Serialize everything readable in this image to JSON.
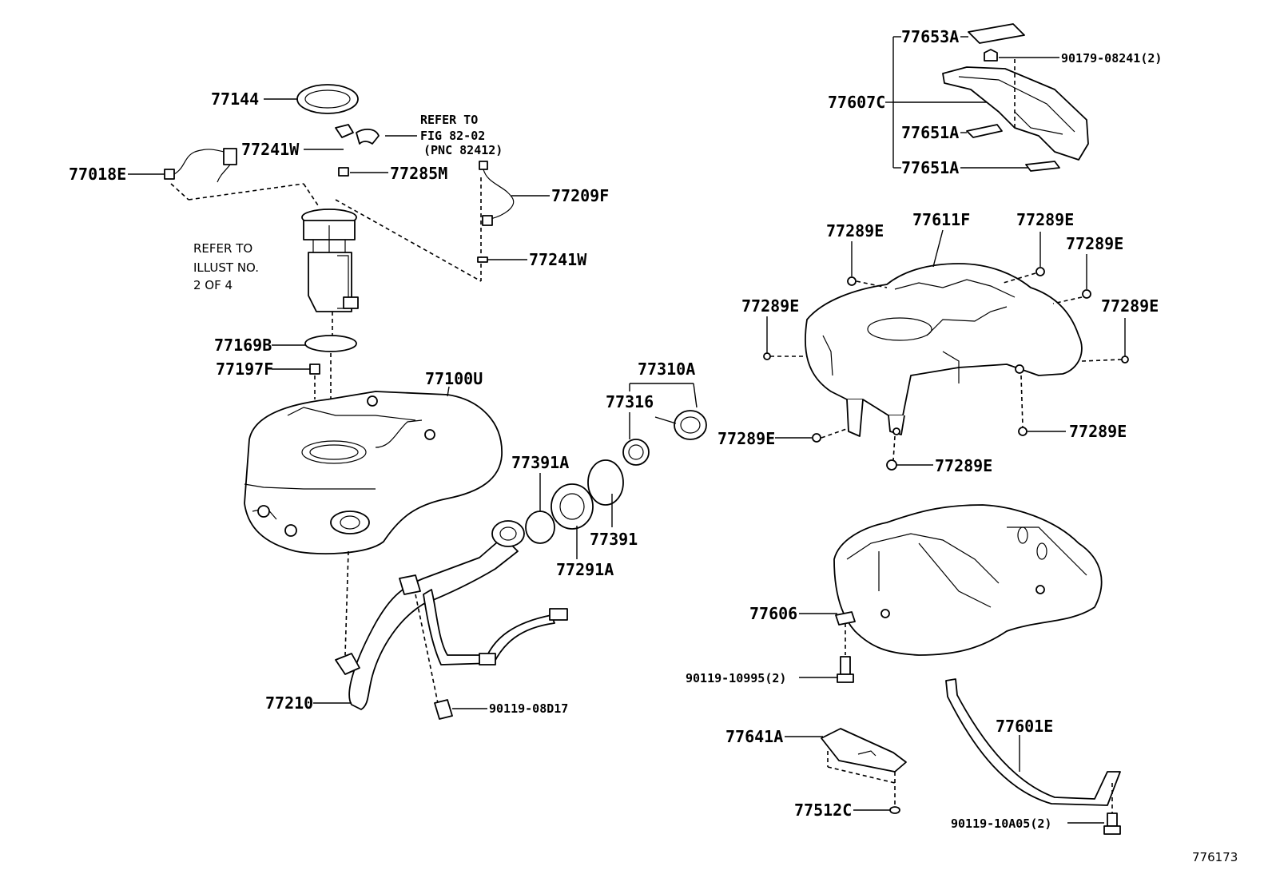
{
  "labels": {
    "p77653A": "77653A",
    "p90179_08241": "90179-08241(2)",
    "p77607C": "77607C",
    "p77651A_1": "77651A",
    "p77651A_2": "77651A",
    "p77144": "77144",
    "p77241W_1": "77241W",
    "p77018E": "77018E",
    "p77285M": "77285M",
    "p77209F": "77209F",
    "p77241W_2": "77241W",
    "p77289E_1": "77289E",
    "p77611F": "77611F",
    "p77289E_2": "77289E",
    "p77289E_3": "77289E",
    "p77289E_4": "77289E",
    "p77289E_5": "77289E",
    "p77289E_6": "77289E",
    "p77289E_7": "77289E",
    "p77289E_8": "77289E",
    "p77169B": "77169B",
    "p77197F": "77197F",
    "p77100U": "77100U",
    "p77310A": "77310A",
    "p77316": "77316",
    "p77391A": "77391A",
    "p77391": "77391",
    "p77291A": "77291A",
    "p77606": "77606",
    "p90119_10995": "90119-10995(2)",
    "p77210": "77210",
    "p90119_08D17": "90119-08D17",
    "p77641A": "77641A",
    "p77601E": "77601E",
    "p77512C": "77512C",
    "p90119_10A05": "90119-10A05(2)"
  },
  "notes": {
    "refer_fig_1": "REFER TO",
    "refer_fig_2": "FIG 82-02",
    "refer_fig_3": "(PNC 82412)",
    "refer_illust_1": "REFER TO",
    "refer_illust_2": "ILLUST NO.",
    "refer_illust_3": "2 OF 4"
  },
  "illustration_number": "776173",
  "colors": {
    "ink": "#000000",
    "paper": "#ffffff"
  }
}
